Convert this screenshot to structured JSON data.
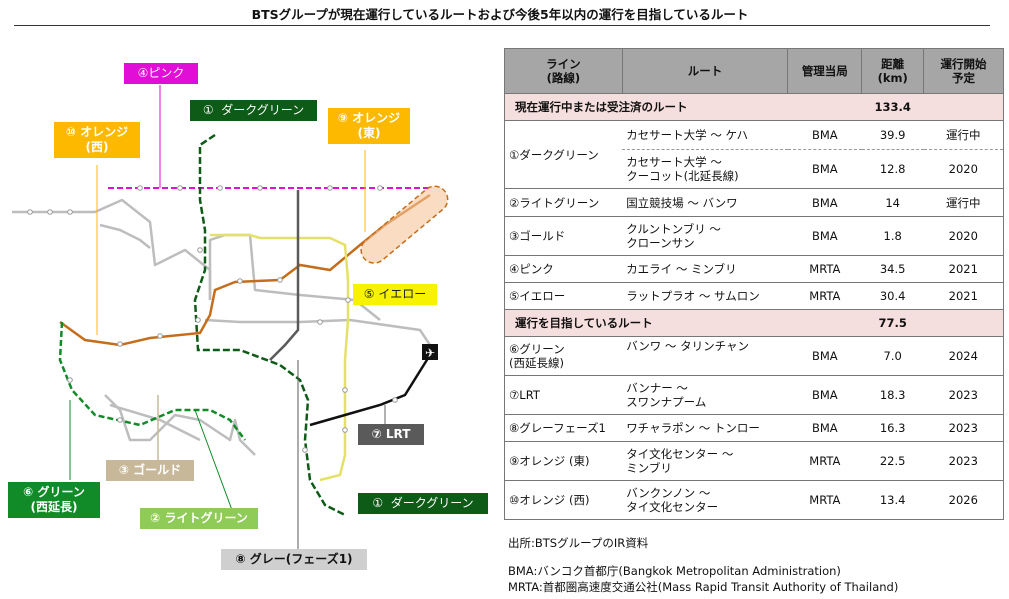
{
  "title": "BTSグループが現在運行しているルートおよび今後5年以内の運行を目指しているルート",
  "colors": {
    "pink": "#e10ed8",
    "dark_green": "#0e5a17",
    "orange": "#c46e1c",
    "yellow": "#f6f200",
    "gray": "#5a5a5a",
    "gold": "#c8b89a",
    "green": "#118a28",
    "light_green": "#8fcb57",
    "existing": "#bdbdbd",
    "table_header": "#a6a6a6",
    "section_bg": "#f5dede"
  },
  "map": {
    "labels": {
      "pink": "④ピンク",
      "dark_green_top": "①  ダークグリーン",
      "orange_east": "⑨ オレンジ\n(東)",
      "orange_west": "⑩ オレンジ\n(西)",
      "yellow": "⑤ イエロー",
      "lrt": "⑦ LRT",
      "gold": "③ ゴールド",
      "green_west": "⑥ グリーン\n(西延長)",
      "light_green": "② ライトグリーン",
      "dark_green_bottom": "①  ダークグリーン",
      "gray": "⑧ グレー(フェーズ1)"
    },
    "airport_icon": "airplane-icon"
  },
  "table": {
    "headers": [
      "ライン\n(路線)",
      "ルート",
      "管理当局",
      "距離\n(km)",
      "運行開始\n予定"
    ],
    "section1": {
      "label": "現在運行中または受注済のルート",
      "total": "133.4"
    },
    "section2": {
      "label": "運行を目指しているルート",
      "total": "77.5"
    },
    "dark_green": {
      "line": "①ダークグリーン",
      "sub": [
        {
          "route": "カセサート大学 ～ ケハ",
          "authority": "BMA",
          "distance": "39.9",
          "start": "運行中"
        },
        {
          "route": "カセサート大学 ～\nクーコット(北延長線)",
          "authority": "BMA",
          "distance": "12.8",
          "start": "2020"
        }
      ]
    },
    "rows1": [
      {
        "line": "②ライトグリーン",
        "route": "国立競技場 ～ バンワ",
        "authority": "BMA",
        "distance": "14",
        "start": "運行中"
      },
      {
        "line": "③ゴールド",
        "route": "クルントンブリ ～\nクローンサン",
        "authority": "BMA",
        "distance": "1.8",
        "start": "2020"
      },
      {
        "line": "④ピンク",
        "route": "カエライ ～ ミンブリ",
        "authority": "MRTA",
        "distance": "34.5",
        "start": "2021"
      },
      {
        "line": "⑤イエロー",
        "route": "ラットプラオ ～ サムロン",
        "authority": "MRTA",
        "distance": "30.4",
        "start": "2021"
      }
    ],
    "rows2": [
      {
        "line": "⑥グリーン\n(西延長線)",
        "route": "バンワ ～ タリンチャン",
        "authority": "BMA",
        "distance": "7.0",
        "start": "2024"
      },
      {
        "line": "⑦LRT",
        "route": "バンナー ～\nスワンナプーム",
        "authority": "BMA",
        "distance": "18.3",
        "start": "2023"
      },
      {
        "line": "⑧グレーフェーズ1",
        "route": "ワチャラポン ～ トンロー",
        "authority": "BMA",
        "distance": "16.3",
        "start": "2023"
      },
      {
        "line": "⑨オレンジ (東)",
        "route": "タイ文化センター ～\nミンブリ",
        "authority": "MRTA",
        "distance": "22.5",
        "start": "2023"
      },
      {
        "line": "⑩オレンジ (西)",
        "route": "バンクンノン ～\nタイ文化センター",
        "authority": "MRTA",
        "distance": "13.4",
        "start": "2026"
      }
    ]
  },
  "notes": {
    "source": "出所:BTSグループのIR資料",
    "bma": "BMA:バンコク首都庁(Bangkok Metropolitan Administration)",
    "mrta": "MRTA:首都圏高速度交通公社(Mass Rapid Transit Authority of Thailand)"
  }
}
